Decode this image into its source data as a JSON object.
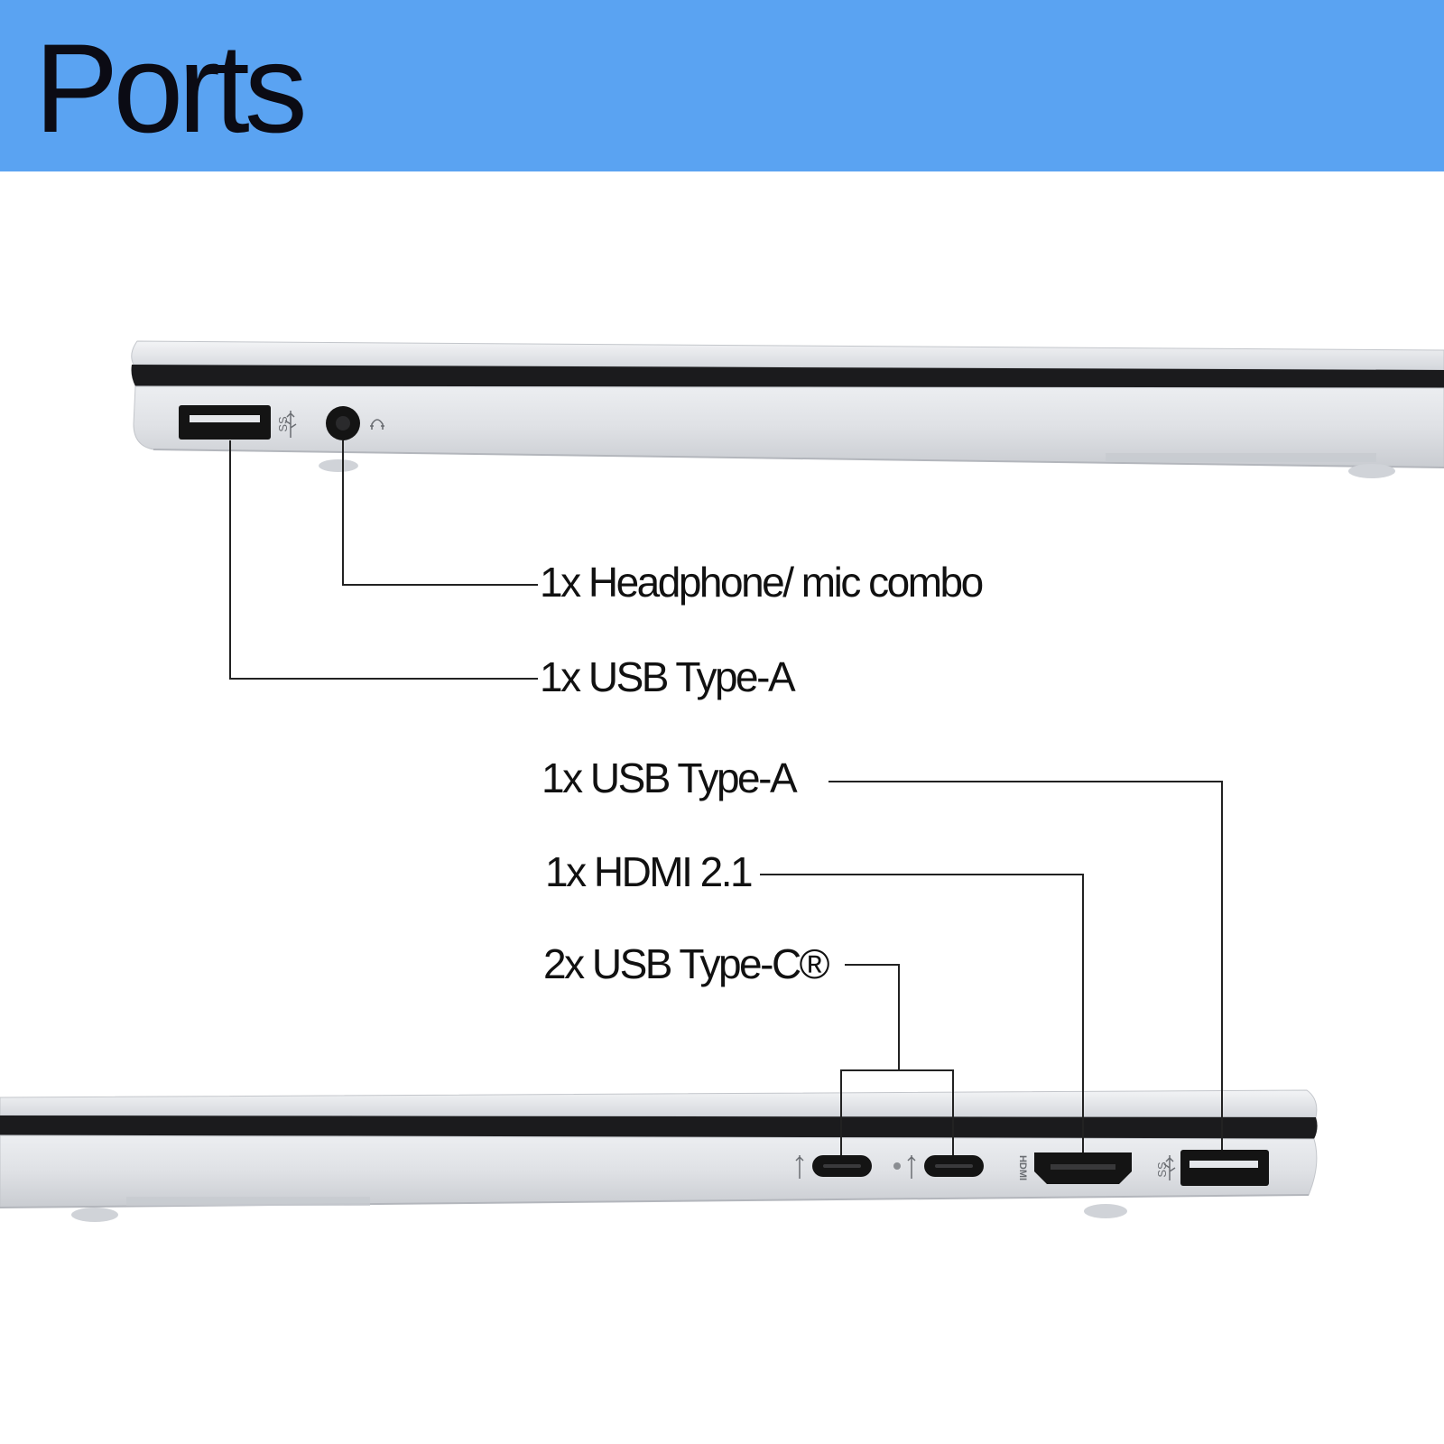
{
  "header": {
    "title": "Ports"
  },
  "callouts": [
    {
      "id": "headphone",
      "label": "1x Headphone/ mic combo"
    },
    {
      "id": "usb-a-left",
      "label": "1x USB Type-A"
    },
    {
      "id": "usb-a-right",
      "label": "1x USB Type-A"
    },
    {
      "id": "hdmi",
      "label": "1x HDMI 2.1"
    },
    {
      "id": "usb-c",
      "label": "2x USB Type-C®"
    }
  ],
  "port_markings": {
    "usb_a_symbol": "SS",
    "hdmi_text": "HDMI"
  },
  "colors": {
    "banner": "#5aa3f2",
    "chassis": "#dcdee2",
    "chassis_highlight": "#f1f2f4",
    "chassis_shadow": "#b9bcc2",
    "port_black": "#141414",
    "leader_line": "#222222"
  }
}
